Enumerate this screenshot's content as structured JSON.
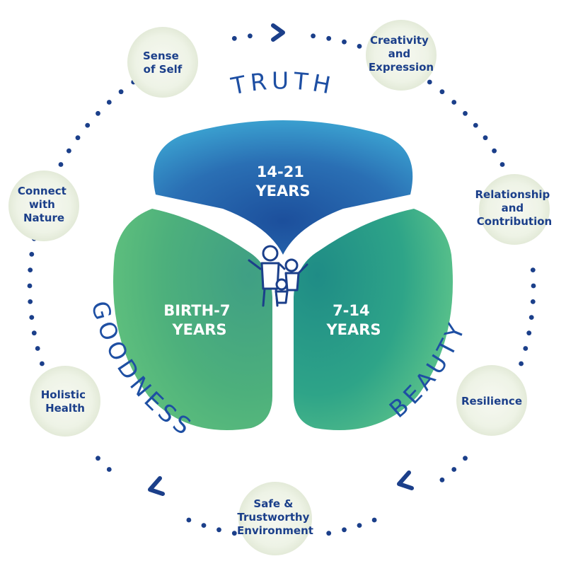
{
  "themes": {
    "top": "TRUTH",
    "left": "GOODNESS",
    "right": "BEAUTY"
  },
  "segments": [
    {
      "id": "top",
      "lines": [
        "14-21",
        "YEARS"
      ]
    },
    {
      "id": "left",
      "lines": [
        "BIRTH-7",
        "YEARS"
      ]
    },
    {
      "id": "right",
      "lines": [
        "7-14",
        "YEARS"
      ]
    }
  ],
  "nodes": [
    {
      "id": "sense-of-self",
      "lines": [
        "Sense",
        "of Self"
      ]
    },
    {
      "id": "creativity",
      "lines": [
        "Creativity",
        "and",
        "Expression"
      ]
    },
    {
      "id": "relationship",
      "lines": [
        "Relationship",
        "and",
        "Contribution"
      ]
    },
    {
      "id": "resilience",
      "lines": [
        "Resilience"
      ]
    },
    {
      "id": "safe-environment",
      "lines": [
        "Safe &",
        "Trustworthy",
        "Environment"
      ]
    },
    {
      "id": "holistic-health",
      "lines": [
        "Holistic",
        "Health"
      ]
    },
    {
      "id": "connect-nature",
      "lines": [
        "Connect",
        "with",
        "Nature"
      ]
    }
  ],
  "colors": {
    "dots": "#1b3f8a",
    "node_fill": "#eef3e6",
    "top_inner": "#1c4f9c",
    "top_outer": "#3a9fcf",
    "left_inner": "#3f9f84",
    "left_outer": "#5fc07d",
    "right_inner": "#1f8c86",
    "right_outer": "#5cc38a"
  },
  "icons": [
    "family-icon",
    "chevron-right-icon",
    "chevron-left-icon"
  ]
}
